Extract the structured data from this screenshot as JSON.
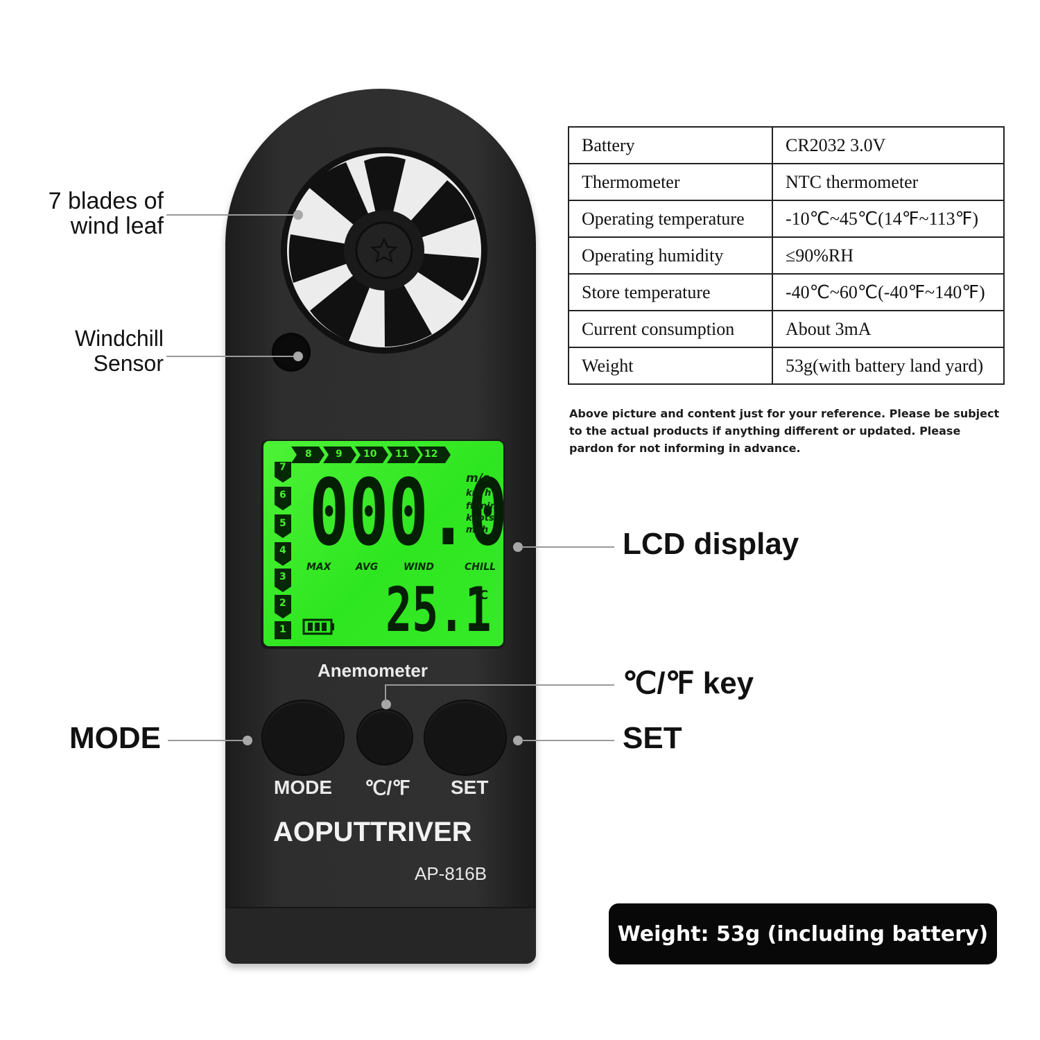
{
  "callouts": {
    "blades_line1": "7 blades of",
    "blades_line2": "wind leaf",
    "windchill_line1": "Windchill",
    "windchill_line2": "Sensor",
    "lcd_display": "LCD display",
    "cf_key": "℃/℉ key",
    "mode": "MODE",
    "set": "SET"
  },
  "device": {
    "model_label": "Anemometer",
    "brand": "AOPUTTRIVER",
    "model_number": "AP-816B",
    "buttons": {
      "mode": "MODE",
      "cf": "℃/℉",
      "set": "SET"
    }
  },
  "lcd": {
    "wind_reading": "000.0",
    "temp_reading": "25.1",
    "temp_unit": "°C",
    "units": [
      "m/s",
      "km/h",
      "ft/min",
      "knots",
      "mph"
    ],
    "modes": [
      "MAX",
      "AVG",
      "WIND",
      "CHILL"
    ],
    "scale_top": [
      "8",
      "9",
      "10",
      "11",
      "12"
    ],
    "scale_left": [
      "7",
      "6",
      "5",
      "4",
      "3",
      "2",
      "1"
    ]
  },
  "specs": [
    {
      "key": "Battery",
      "value": "CR2032 3.0V"
    },
    {
      "key": "Thermometer",
      "value": "NTC thermometer"
    },
    {
      "key": "Operating temperature",
      "value": "-10℃~45℃(14℉~113℉)"
    },
    {
      "key": "Operating humidity",
      "value": "≤90%RH"
    },
    {
      "key": "Store temperature",
      "value": "-40℃~60℃(-40℉~140℉)"
    },
    {
      "key": "Current consumption",
      "value": "About 3mA"
    },
    {
      "key": "Weight",
      "value": "53g(with battery land yard)"
    }
  ],
  "note": "Above picture and content just for your reference. Please be subject to the actual products if anything different or updated. Please pardon for not informing in advance.",
  "weight_badge": "Weight: 53g (including battery)",
  "colors": {
    "lcd_green": "#2ee620",
    "device_body": "#2e2e2e",
    "badge_bg": "#080808"
  }
}
